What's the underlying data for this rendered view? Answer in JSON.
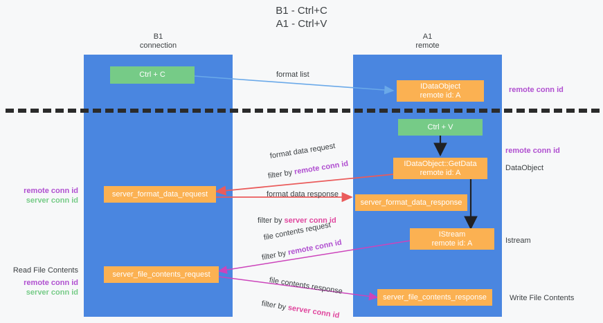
{
  "title": "B1 - Ctrl+C\nA1 - Ctrl+V",
  "lanes": [
    {
      "name": "b1",
      "line1": "B1",
      "line2": "connection"
    },
    {
      "name": "a1",
      "line1": "A1",
      "line2": "remote"
    }
  ],
  "nodes": {
    "ctrl_c": "Ctrl + C",
    "ctrl_v": "Ctrl + V",
    "idataobject": "IDataObject\nremote id: A",
    "getdata": "IDataObject::GetData\nremote id: A",
    "istream": "IStream\nremote id: A",
    "server_format_data_request": "server_format_data_request",
    "server_format_data_response": "server_format_data_response",
    "server_file_contents_request": "server_file_contents_request",
    "server_file_contents_response": "server_file_contents_response"
  },
  "edge_labels": {
    "format_list": "format list",
    "format_data_request": "format data request",
    "format_data_request_filter_prefix": "filter by ",
    "format_data_request_filter_value": "remote conn id",
    "format_data_response": "format data response",
    "format_data_response_filter_prefix": "filter by ",
    "format_data_response_filter_value": "server conn id",
    "file_contents_request": "file contents request",
    "file_contents_request_filter_prefix": "filter by ",
    "file_contents_request_filter_value": "remote conn id",
    "file_contents_response": "file contents response",
    "file_contents_response_filter_prefix": "filter by ",
    "file_contents_response_filter_value": "server conn id"
  },
  "side_labels": {
    "right_remote_conn_id_top": "remote conn id",
    "right_remote_conn_id_mid": "remote conn id",
    "right_dataobject": "DataObject",
    "right_istream": "Istream",
    "right_write_file_contents": "Write File Contents",
    "left_remote_conn_id": "remote conn id",
    "left_server_conn_id": "server conn id",
    "left_read_file_contents": "Read File Contents",
    "left_remote_conn_id_2": "remote conn id",
    "left_server_conn_id_2": "server conn id"
  },
  "colors": {
    "lane": "#4a86e0",
    "green_node": "#76cb87",
    "orange_node": "#fbb152",
    "purple": "#b04fd0",
    "pink": "#e0479e",
    "red_arrow": "#ea5b5b",
    "blue_arrow": "#6aa9e9",
    "magenta_arrow": "#cc44bb",
    "black_arrow": "#202124",
    "background": "#f7f8f9"
  }
}
